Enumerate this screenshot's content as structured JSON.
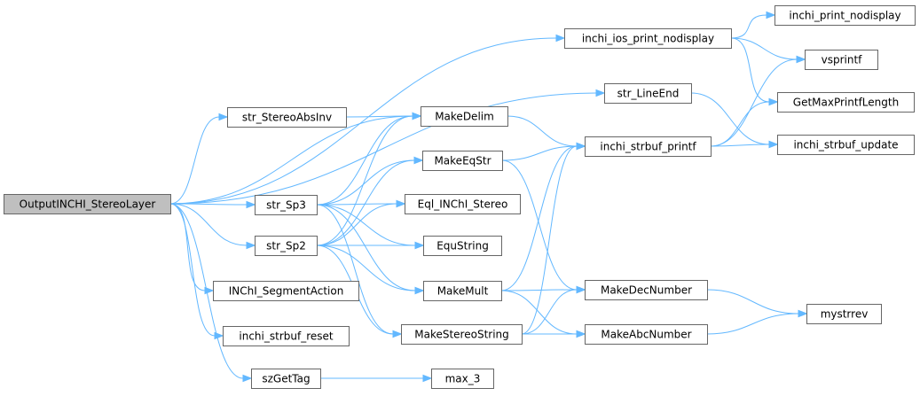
{
  "graph": {
    "root": "OutputINCHI_StereoLayer",
    "nodes": [
      {
        "id": "OutputINCHI_StereoLayer",
        "label": "OutputINCHI_StereoLayer",
        "root": true
      },
      {
        "id": "inchi_ios_print_nodisplay",
        "label": "inchi_ios_print_nodisplay"
      },
      {
        "id": "inchi_print_nodisplay",
        "label": "inchi_print_nodisplay"
      },
      {
        "id": "vsprintf",
        "label": "vsprintf"
      },
      {
        "id": "GetMaxPrintfLength",
        "label": "GetMaxPrintfLength"
      },
      {
        "id": "str_LineEnd",
        "label": "str_LineEnd"
      },
      {
        "id": "inchi_strbuf_update",
        "label": "inchi_strbuf_update"
      },
      {
        "id": "str_StereoAbsInv",
        "label": "str_StereoAbsInv"
      },
      {
        "id": "MakeDelim",
        "label": "MakeDelim"
      },
      {
        "id": "inchi_strbuf_printf",
        "label": "inchi_strbuf_printf"
      },
      {
        "id": "MakeEqStr",
        "label": "MakeEqStr"
      },
      {
        "id": "str_Sp3",
        "label": "str_Sp3"
      },
      {
        "id": "Eql_INChI_Stereo",
        "label": "Eql_INChI_Stereo"
      },
      {
        "id": "EquString",
        "label": "EquString"
      },
      {
        "id": "str_Sp2",
        "label": "str_Sp2"
      },
      {
        "id": "MakeMult",
        "label": "MakeMult"
      },
      {
        "id": "MakeDecNumber",
        "label": "MakeDecNumber"
      },
      {
        "id": "mystrrev",
        "label": "mystrrev"
      },
      {
        "id": "INChI_SegmentAction",
        "label": "INChI_SegmentAction"
      },
      {
        "id": "MakeStereoString",
        "label": "MakeStereoString"
      },
      {
        "id": "MakeAbcNumber",
        "label": "MakeAbcNumber"
      },
      {
        "id": "inchi_strbuf_reset",
        "label": "inchi_strbuf_reset"
      },
      {
        "id": "szGetTag",
        "label": "szGetTag"
      },
      {
        "id": "max_3",
        "label": "max_3"
      }
    ],
    "edges": [
      [
        "OutputINCHI_StereoLayer",
        "inchi_ios_print_nodisplay"
      ],
      [
        "OutputINCHI_StereoLayer",
        "str_LineEnd"
      ],
      [
        "OutputINCHI_StereoLayer",
        "str_StereoAbsInv"
      ],
      [
        "OutputINCHI_StereoLayer",
        "MakeDelim"
      ],
      [
        "OutputINCHI_StereoLayer",
        "str_Sp3"
      ],
      [
        "OutputINCHI_StereoLayer",
        "str_Sp2"
      ],
      [
        "OutputINCHI_StereoLayer",
        "INChI_SegmentAction"
      ],
      [
        "OutputINCHI_StereoLayer",
        "inchi_strbuf_reset"
      ],
      [
        "OutputINCHI_StereoLayer",
        "szGetTag"
      ],
      [
        "inchi_ios_print_nodisplay",
        "inchi_print_nodisplay"
      ],
      [
        "inchi_ios_print_nodisplay",
        "vsprintf"
      ],
      [
        "inchi_ios_print_nodisplay",
        "GetMaxPrintfLength"
      ],
      [
        "str_LineEnd",
        "inchi_strbuf_update"
      ],
      [
        "str_StereoAbsInv",
        "MakeDelim"
      ],
      [
        "MakeDelim",
        "inchi_strbuf_printf"
      ],
      [
        "inchi_strbuf_printf",
        "vsprintf"
      ],
      [
        "inchi_strbuf_printf",
        "GetMaxPrintfLength"
      ],
      [
        "inchi_strbuf_printf",
        "inchi_strbuf_update"
      ],
      [
        "MakeEqStr",
        "inchi_strbuf_printf"
      ],
      [
        "MakeEqStr",
        "MakeDecNumber"
      ],
      [
        "str_Sp3",
        "MakeDelim"
      ],
      [
        "str_Sp3",
        "MakeEqStr"
      ],
      [
        "str_Sp3",
        "Eql_INChI_Stereo"
      ],
      [
        "str_Sp3",
        "EquString"
      ],
      [
        "str_Sp3",
        "MakeMult"
      ],
      [
        "str_Sp3",
        "MakeStereoString"
      ],
      [
        "str_Sp2",
        "MakeDelim"
      ],
      [
        "str_Sp2",
        "MakeEqStr"
      ],
      [
        "str_Sp2",
        "Eql_INChI_Stereo"
      ],
      [
        "str_Sp2",
        "EquString"
      ],
      [
        "str_Sp2",
        "MakeMult"
      ],
      [
        "str_Sp2",
        "MakeStereoString"
      ],
      [
        "MakeMult",
        "inchi_strbuf_printf"
      ],
      [
        "MakeMult",
        "MakeDecNumber"
      ],
      [
        "MakeMult",
        "MakeAbcNumber"
      ],
      [
        "MakeStereoString",
        "inchi_strbuf_printf"
      ],
      [
        "MakeStereoString",
        "MakeDecNumber"
      ],
      [
        "MakeStereoString",
        "MakeAbcNumber"
      ],
      [
        "MakeDecNumber",
        "mystrrev"
      ],
      [
        "MakeAbcNumber",
        "mystrrev"
      ],
      [
        "szGetTag",
        "max_3"
      ]
    ]
  },
  "colors": {
    "edge": "#63b8ff",
    "node_border": "#666666",
    "root_fill": "#bfbfbf",
    "node_fill": "#ffffff"
  }
}
